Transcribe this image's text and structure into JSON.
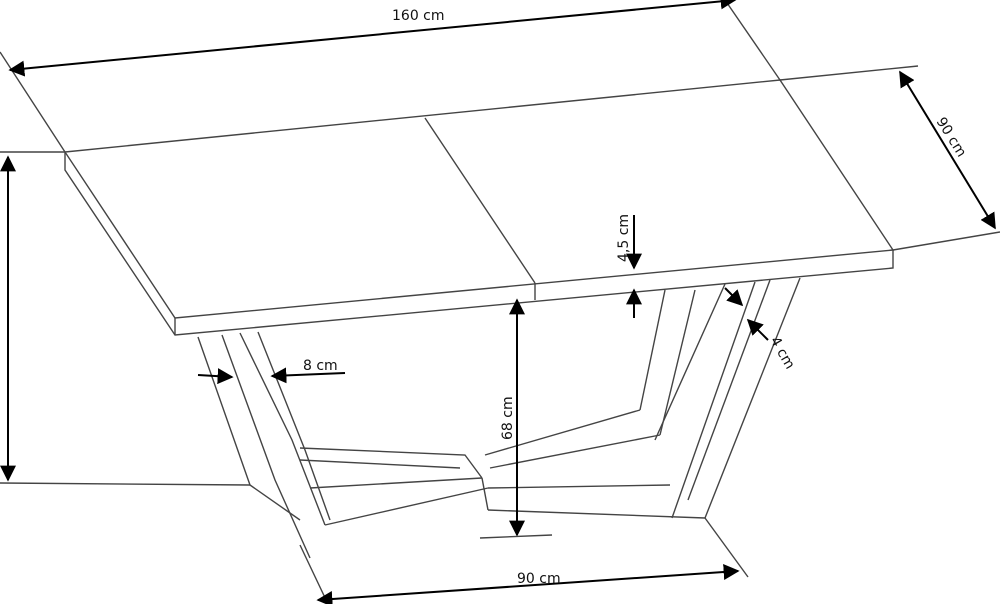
{
  "dimensions": {
    "length": "160 cm",
    "width": "90 cm",
    "top_thickness": "4,5 cm",
    "leg_thickness": "4 cm",
    "leg_width": "8 cm",
    "height_under_top": "68 cm",
    "base_width": "90 cm"
  }
}
